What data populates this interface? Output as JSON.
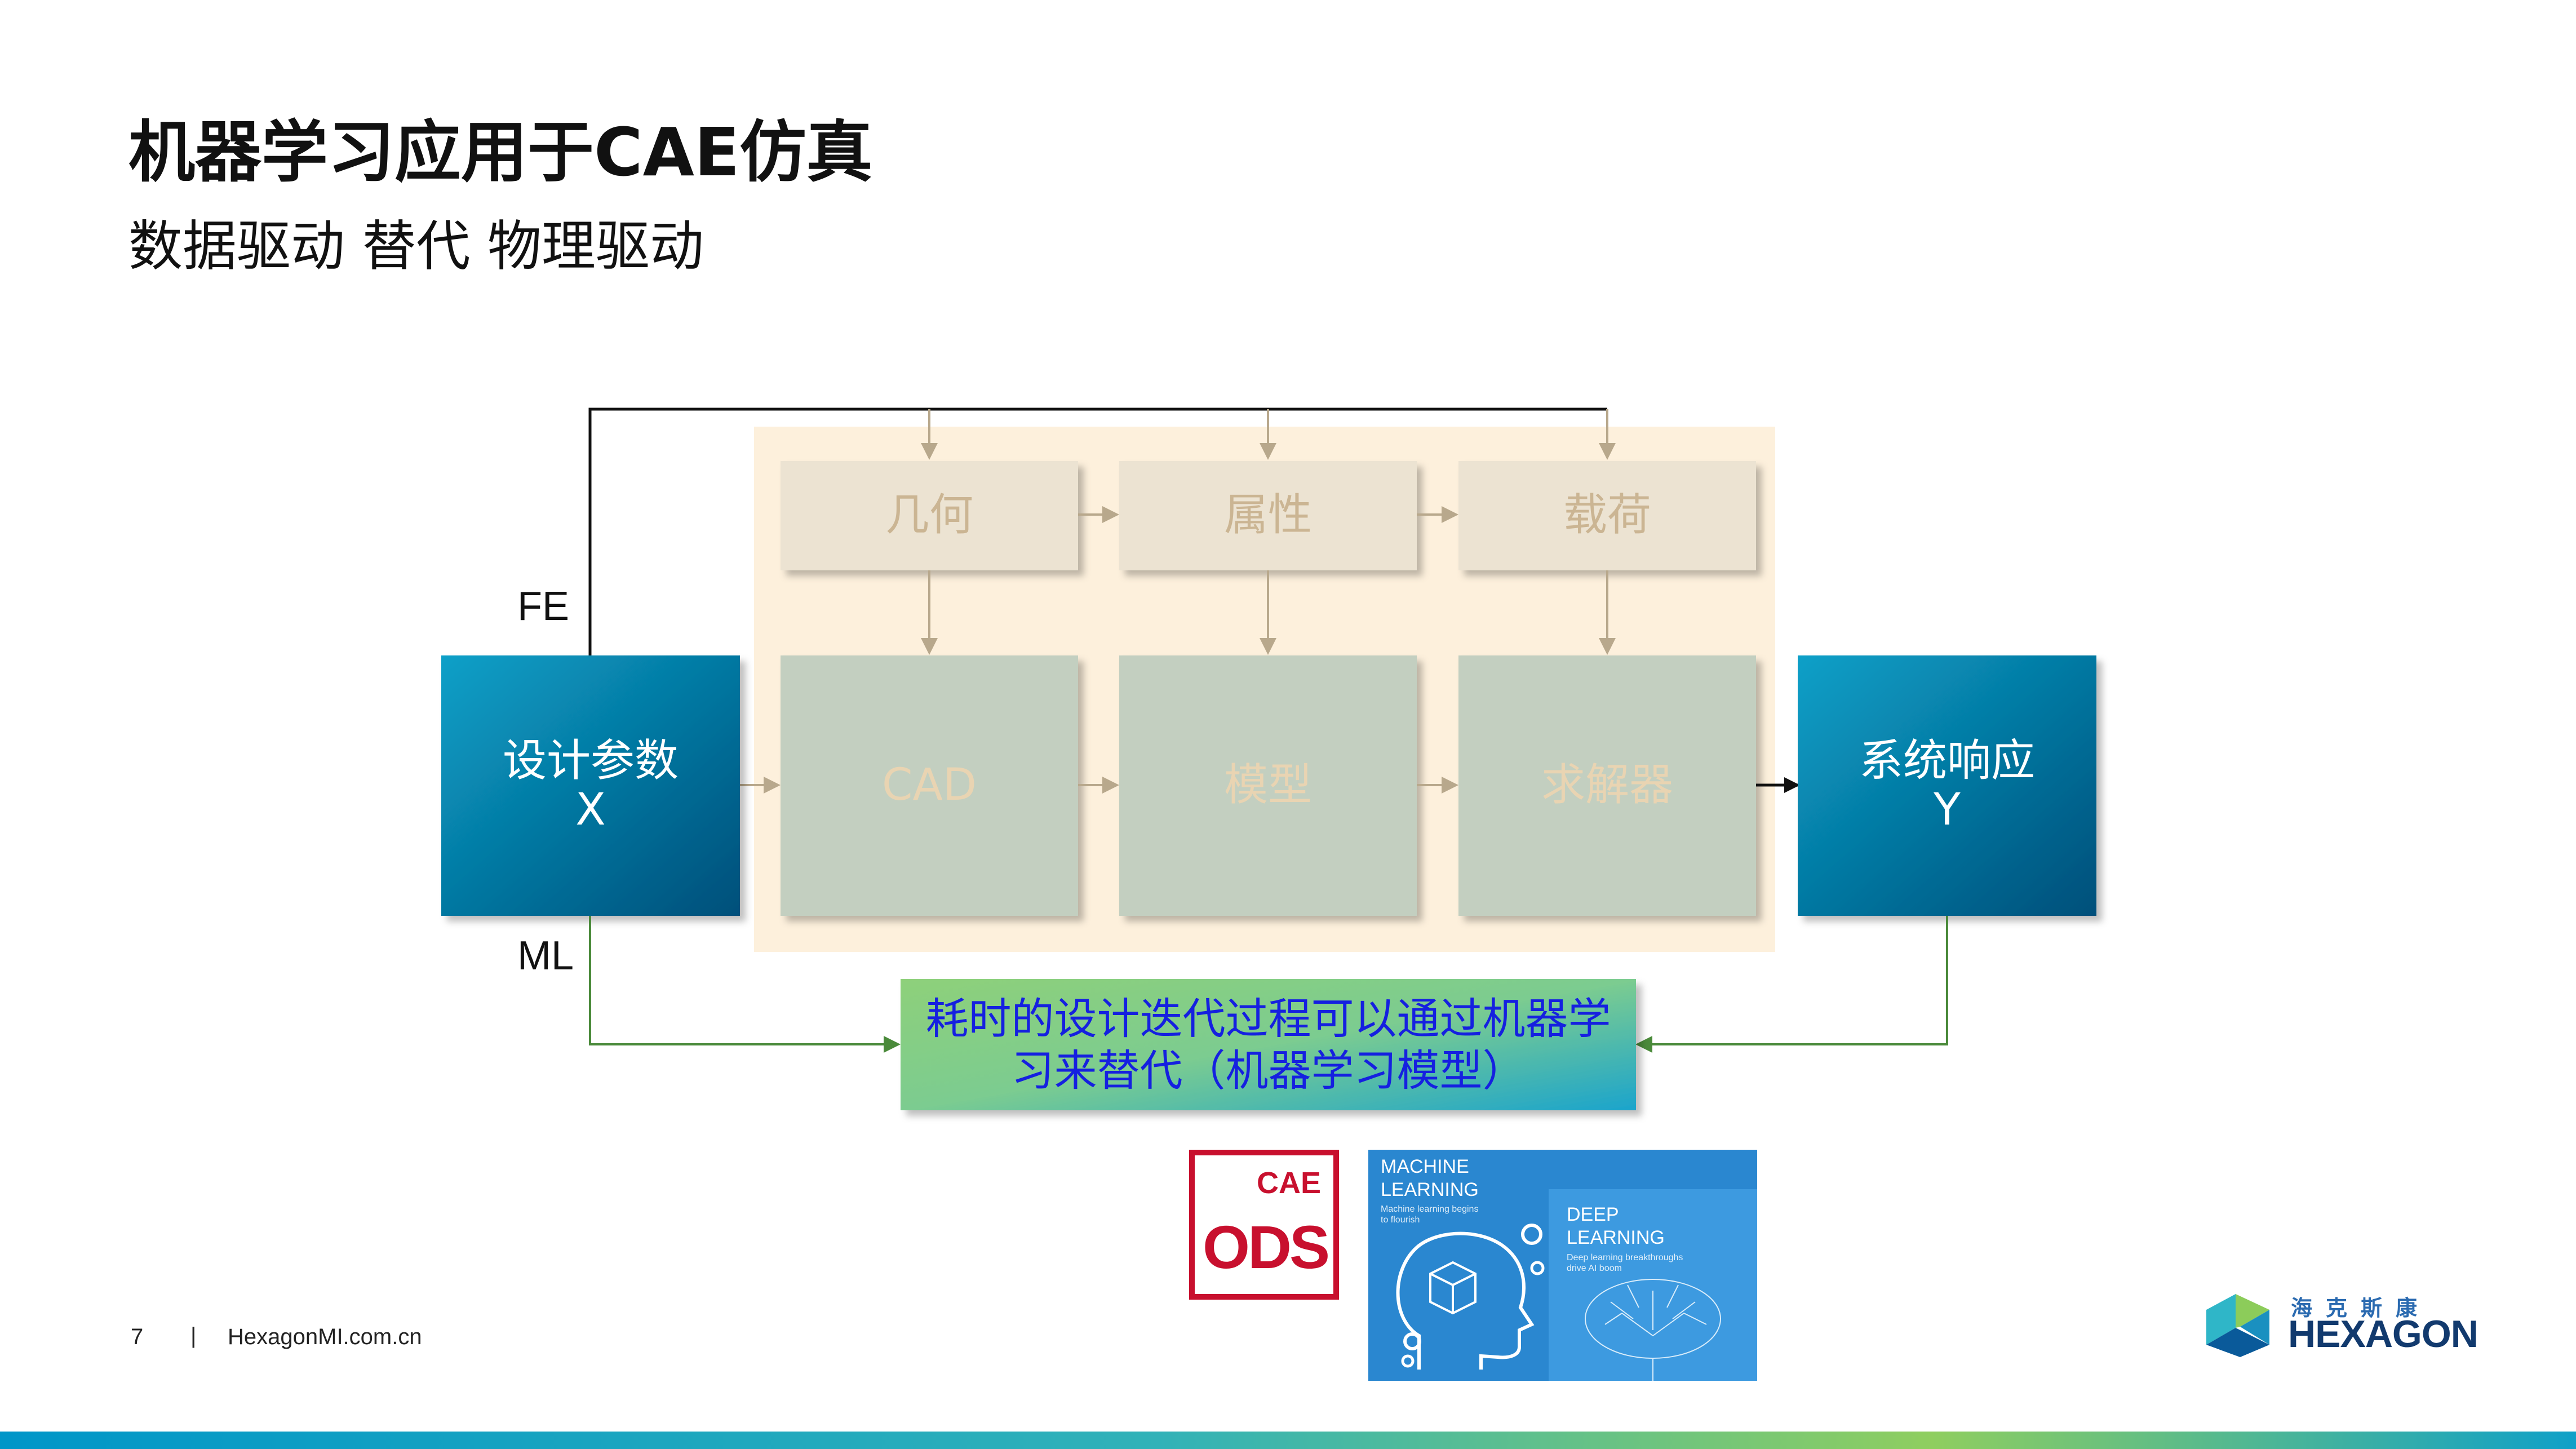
{
  "title": "机器学习应用于CAE仿真",
  "subtitle": "数据驱动 替代 物理驱动",
  "diagram": {
    "top_boxes": [
      "几何",
      "属性",
      "载荷"
    ],
    "middle_boxes": [
      "CAD",
      "模型",
      "求解器"
    ],
    "input_box": {
      "line1": "设计参数",
      "line2": "X"
    },
    "output_box": {
      "line1": "系统响应",
      "line2": "Y"
    },
    "fe_label": "FE",
    "ml_label": "ML",
    "ml_note": {
      "line1": "耗时的设计迭代过程可以通过机器学",
      "line2": "习来替代（机器学习模型）"
    }
  },
  "logos": {
    "cae_ods": {
      "top": "CAE",
      "main": "ODS"
    },
    "ml_image": {
      "ml_title1": "MACHINE",
      "ml_title2": "LEARNING",
      "ml_sub1": "Machine learning begins",
      "ml_sub2": "to flourish",
      "dl_title1": "DEEP",
      "dl_title2": "LEARNING",
      "dl_sub1": "Deep learning breakthroughs",
      "dl_sub2": "drive AI boom"
    },
    "hexagon": {
      "cn": "海克斯康",
      "en": "HEXAGON"
    }
  },
  "footer": {
    "page_number": "7",
    "separator": "|",
    "website": "HexagonMI.com.cn"
  },
  "colors": {
    "accent_blue": "#0a6f9c",
    "region_bg": "#fdf0dc",
    "gray_box": "#c3cfc0",
    "note_text": "#1520e0",
    "hex_blue": "#123a6e",
    "cae_red": "#c8102e"
  }
}
